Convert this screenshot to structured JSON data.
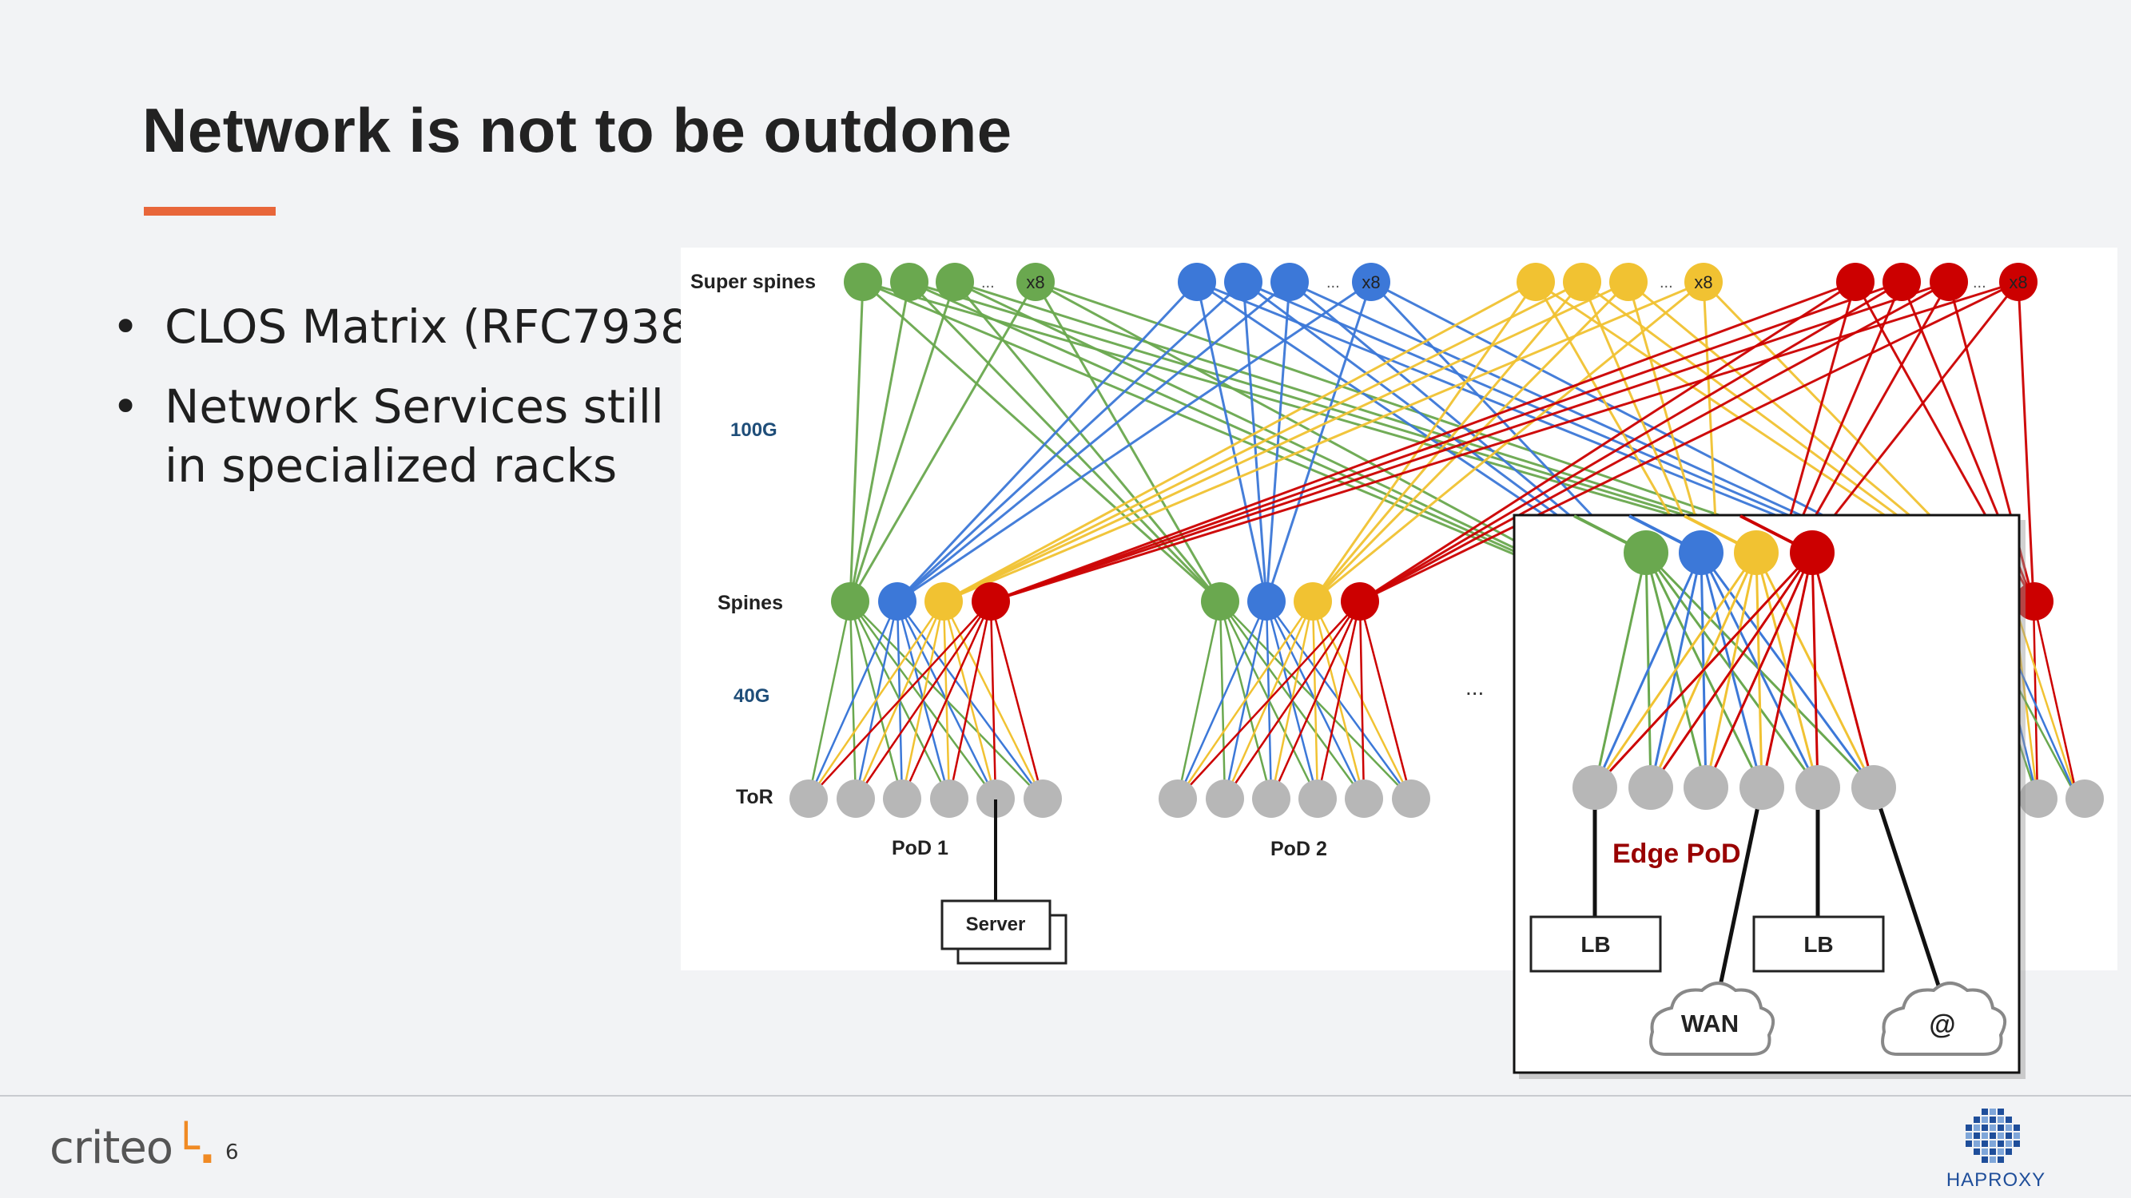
{
  "slide": {
    "title": "Network is not to be outdone",
    "bullets": [
      "CLOS Matrix (RFC7938)",
      "Network Services still\nin specialized racks"
    ],
    "page_number": "6"
  },
  "diagram": {
    "layer_labels": {
      "super_spines": "Super spines",
      "speed_100g": "100G",
      "spines": "Spines",
      "speed_40g": "40G",
      "tor": "ToR"
    },
    "ellipsis": "...",
    "multiplier": "x8",
    "pod_labels": [
      "PoD 1",
      "PoD 2"
    ],
    "server_label": "Server",
    "edge_pod": {
      "label": "Edge PoD",
      "lb_labels": [
        "LB",
        "LB"
      ],
      "wan_label": "WAN",
      "internet_label": "@"
    },
    "colors": {
      "green": "#6aa84f",
      "blue": "#3c78d8",
      "yellow": "#f1c232",
      "red": "#cc0000",
      "gray_node": "#b7b7b7",
      "speed_label": "#1f4e79",
      "edge_pod_label": "#990000",
      "accent": "#e8663a"
    }
  },
  "footer": {
    "criteo_logo": "criteo",
    "haproxy_logo": "HAPROXY"
  }
}
